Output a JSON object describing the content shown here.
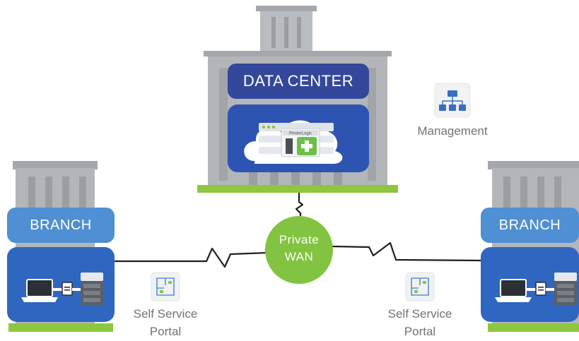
{
  "data_center": {
    "label": "DATA CENTER",
    "appliance_brand": "PrinterLogic"
  },
  "management": {
    "label": "Management",
    "icon": "org-chart-icon"
  },
  "wan": {
    "line1": "Private",
    "line2": "WAN"
  },
  "branch_left": {
    "label": "BRANCH"
  },
  "branch_right": {
    "label": "BRANCH"
  },
  "portal_left": {
    "line1": "Self Service",
    "line2": "Portal",
    "icon": "floor-plan-icon"
  },
  "portal_right": {
    "line1": "Self Service",
    "line2": "Portal",
    "icon": "floor-plan-icon"
  },
  "colors": {
    "building_gray": "#a7aaad",
    "building_dark": "#8c8f93",
    "label_band_blue": "#33489b",
    "panel_blue": "#2d54b1",
    "branch_blue": "#4f8fd3",
    "ground_green": "#8dc63f",
    "wan_green": "#82c341",
    "plus_green": "#6cc04a"
  }
}
